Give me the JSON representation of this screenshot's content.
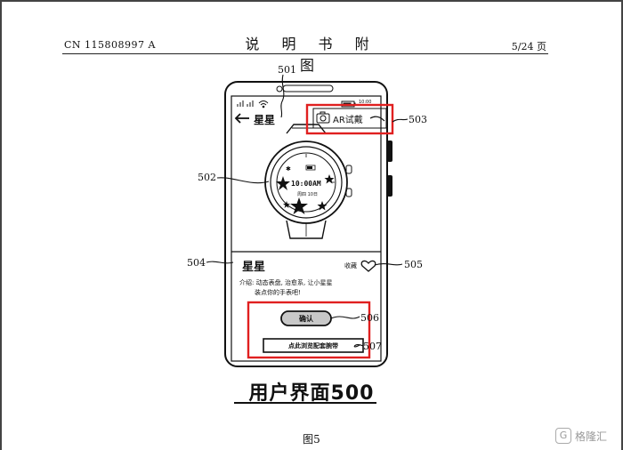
{
  "header": {
    "patent_number": "CN 115808997 A",
    "section_title": "说 明 书 附 图",
    "page_indicator": "5/24 页"
  },
  "phone": {
    "status_bar_time": "10:00",
    "title": "星星",
    "ar_button_label": "AR试戴",
    "watch_face": {
      "time": "10:00AM",
      "date": "周四 10日"
    },
    "product_name": "星星",
    "favorite_label": "收藏",
    "description_line1": "介绍: 动态表盘, 治愈系, 让小星星",
    "description_line2": "装点你的手表吧!",
    "confirm_button_label": "确认",
    "browse_button_label": "点此浏览配套腕带"
  },
  "reference_labels": {
    "r501": "501",
    "r502": "502",
    "r503": "503",
    "r504": "504",
    "r505": "505",
    "r506": "506",
    "r507": "507"
  },
  "caption": "用户界面500",
  "figure_label": "图5",
  "watermark": {
    "icon_glyph": "G",
    "text": "格隆汇"
  },
  "colors": {
    "highlight": "#e02020",
    "ink": "#111111"
  }
}
